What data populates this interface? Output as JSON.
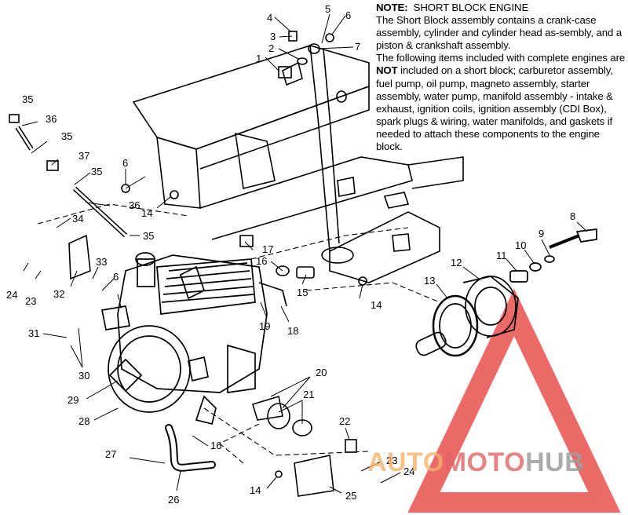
{
  "note": {
    "label": "NOTE:",
    "title": "SHORT BLOCK ENGINE",
    "line1": "The Short Block assembly contains a crank-case assembly, cylinder and cylinder head as-sembly, and a piston & crankshaft assembly.",
    "line2_pre": "The following items included with complete engines are ",
    "line2_not": "NOT",
    "line2_post": " included on a short block; carburetor assembly, fuel pump, oil pump, magneto assembly, starter assembly, water pump, manifold assembly - intake & exhaust, ignition coils, ignition assembly (CDI Box), spark plugs & wiring, water manifolds, and gaskets if needed to attach these components to the engine block."
  },
  "callouts": {
    "c1": "1",
    "c2": "2",
    "c3": "3",
    "c4": "4",
    "c5": "5",
    "c6a": "6",
    "c7": "7",
    "c35a": "35",
    "c36a": "36",
    "c35b": "35",
    "c37": "37",
    "c35c": "35",
    "c6b": "6",
    "c36b": "36",
    "c14a": "14",
    "c35d": "35",
    "c34": "34",
    "c17": "17",
    "c16a": "16",
    "c15": "15",
    "c8": "8",
    "c9": "9",
    "c10": "10",
    "c11": "11",
    "c12": "12",
    "c13": "13",
    "c24a": "24",
    "c23a": "23",
    "c33": "33",
    "c6c": "6",
    "c32": "32",
    "c14b": "14",
    "c19": "19",
    "c18": "18",
    "c31": "31",
    "c30": "30",
    "c29": "29",
    "c28": "28",
    "c20": "20",
    "c21": "21",
    "c22": "22",
    "c27": "27",
    "c16b": "16",
    "c26": "26",
    "c14c": "14",
    "c25": "25",
    "c23b": "23",
    "c24b": "24"
  },
  "watermark": {
    "part1": "AUTO",
    "part2": "MOTO",
    "part3": "HUB",
    "color_red": "#e53935",
    "color_orange": "#f6b26b",
    "color_grey": "#9e9e9e"
  }
}
